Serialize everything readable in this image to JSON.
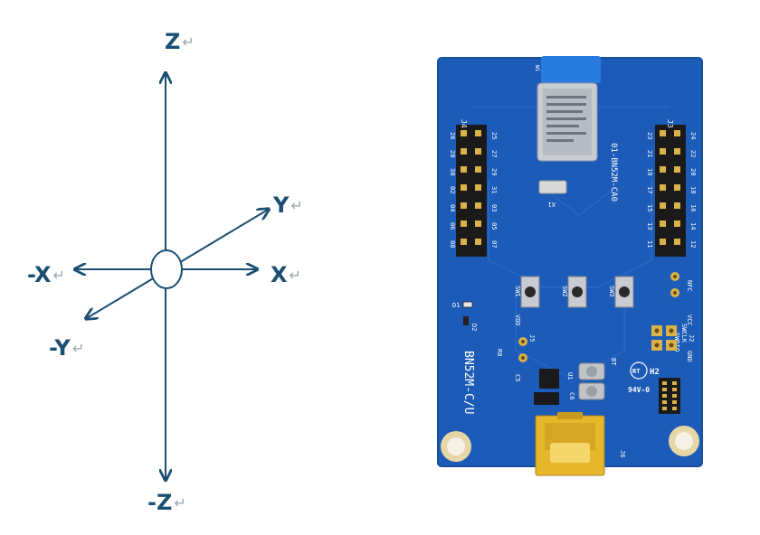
{
  "axes": {
    "z_pos": "Z",
    "z_neg": "-Z",
    "y_pos": "Y",
    "y_neg": "-Y",
    "x_pos": "X",
    "x_neg": "-X",
    "return_mark": "↵"
  },
  "board": {
    "model_text": "BN52M-C/U",
    "module_text": "01-BN52M-CA0",
    "rev_text": "H2",
    "logo_text": "RT",
    "grade_text": "94V-0",
    "header_left": "J4",
    "header_right": "J3",
    "connector_label": "J6",
    "crystal_label": "X1",
    "switches": [
      "SW1",
      "SW2",
      "SW3"
    ],
    "pins_left_top": [
      "26",
      "28",
      "30",
      "02",
      "04",
      "06",
      "08"
    ],
    "pins_left_bottom": [
      "25",
      "27",
      "29",
      "31",
      "03",
      "05",
      "07"
    ],
    "pins_right_top": [
      "23",
      "21",
      "19",
      "17",
      "15",
      "13",
      "11"
    ],
    "pins_right_bottom": [
      "24",
      "22",
      "20",
      "18",
      "16",
      "14",
      "12"
    ],
    "labels_small": {
      "gnd": "GND",
      "nfc": "NFC",
      "vcc": "VCC",
      "swclk": "SWCLK",
      "swdio": "SWDIO",
      "vdd": "VDD",
      "bt": "BT",
      "d1": "D1",
      "d2": "D2",
      "j2": "J2",
      "j5": "J5",
      "u1": "U1",
      "c5": "C5",
      "c6": "C6",
      "r8": "R8",
      "w1": "W1"
    },
    "colors": {
      "pcb": "#1d5bb8",
      "pcb_edge": "#184f9f",
      "gold": "#d9b24a",
      "silk": "#ffffff",
      "header": "#1a1a1a"
    }
  },
  "diagram_color": "#1b4f72"
}
